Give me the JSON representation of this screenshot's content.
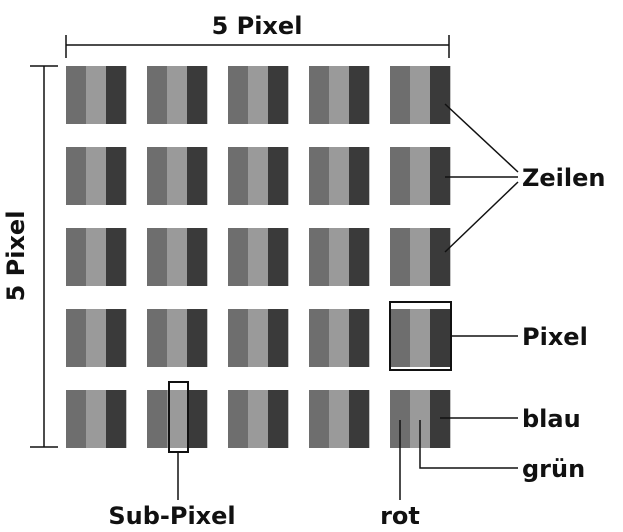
{
  "diagram": {
    "top_dimension_label": "5 Pixel",
    "side_dimension_label": "5 Pixel",
    "rows_label": "Zeilen",
    "pixel_label": "Pixel",
    "blue_label": "blau",
    "green_label": "grün",
    "red_label": "rot",
    "subpixel_label": "Sub-Pixel",
    "grid": {
      "rows": 5,
      "cols": 5
    },
    "subpixel_colors": [
      "#6e6e6e",
      "#9a9a9a",
      "#3a3a3a"
    ],
    "line_color": "#111111"
  }
}
